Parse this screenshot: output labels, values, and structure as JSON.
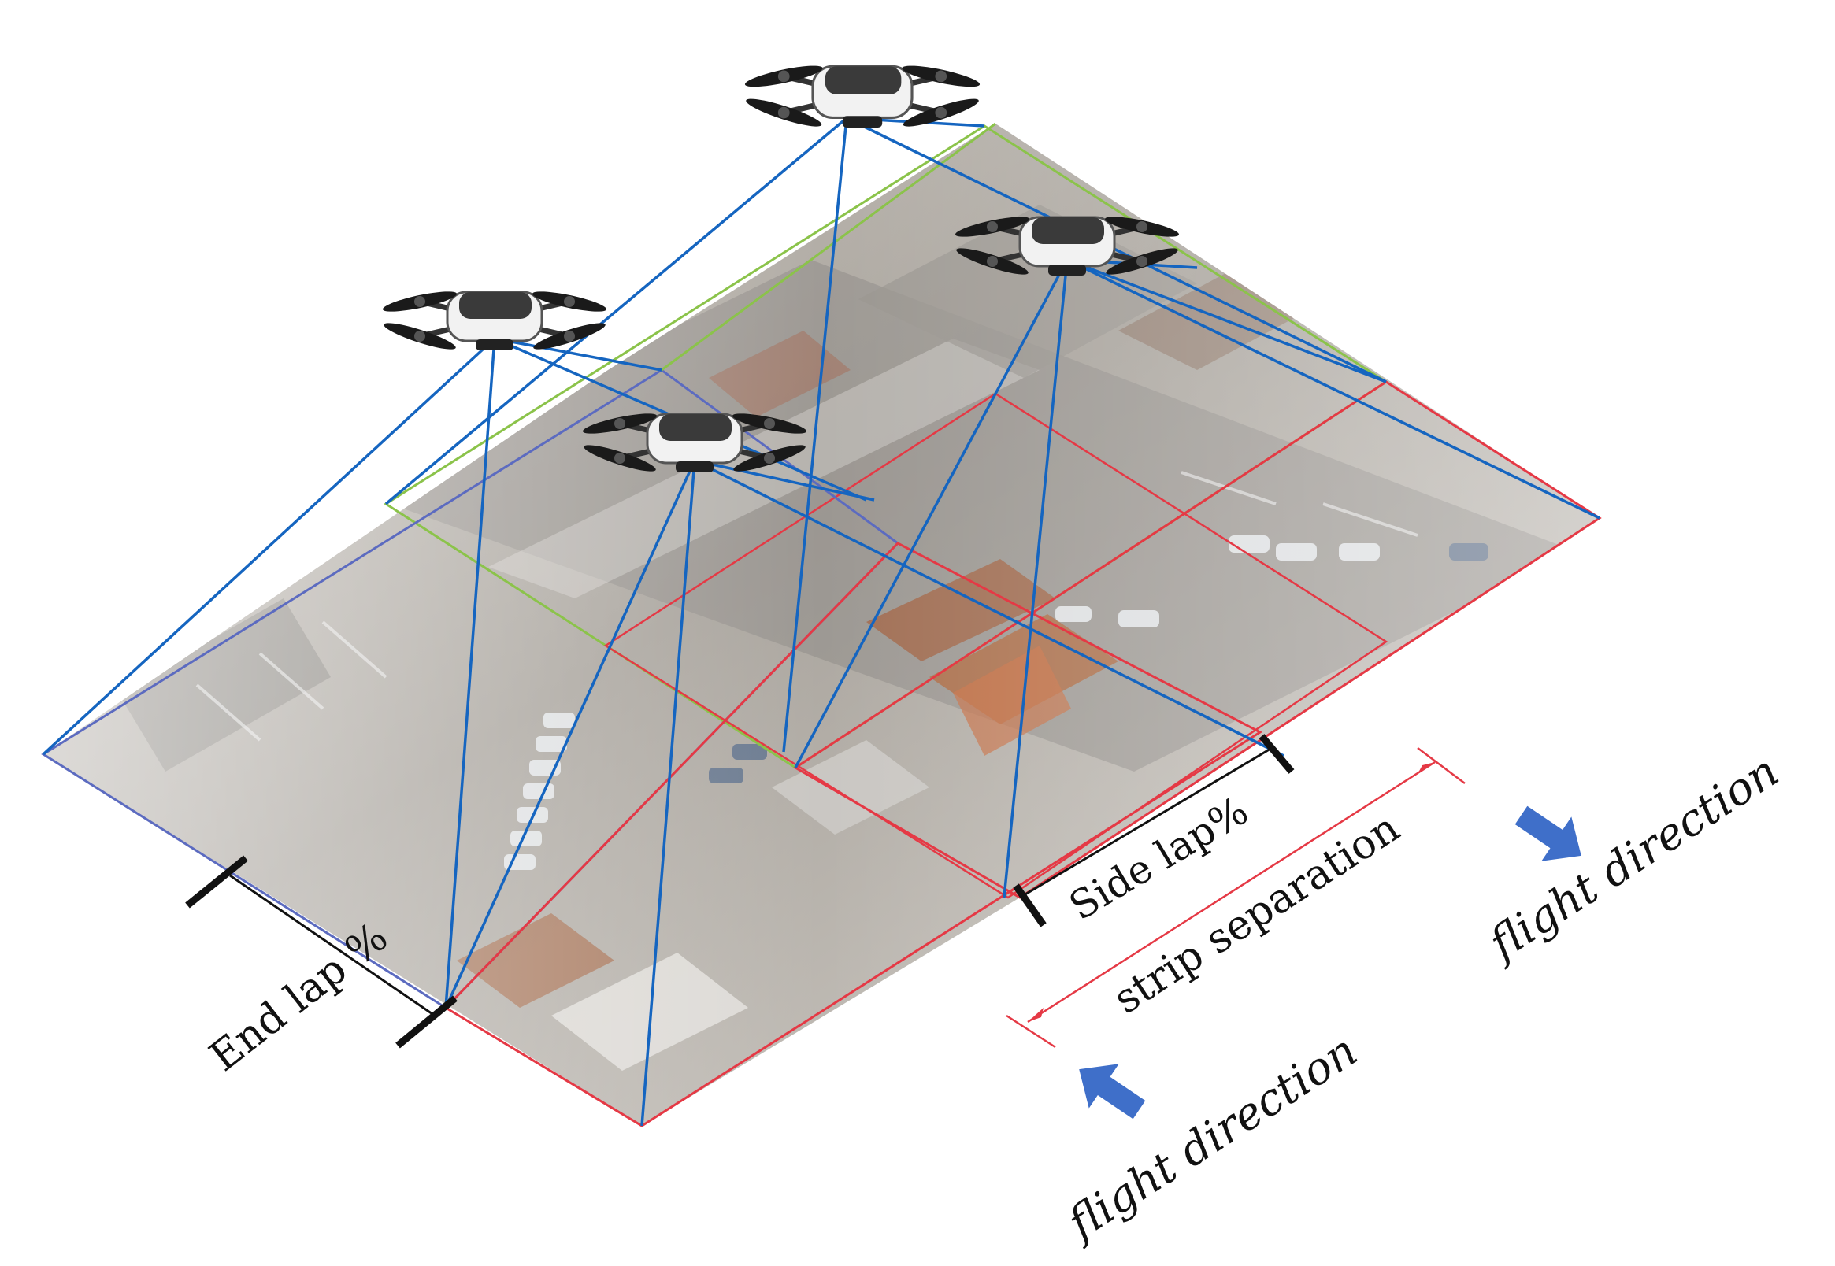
{
  "labels": {
    "end_lap": "End lap %",
    "side_lap": "Side lap%",
    "strip_separation": "strip separation",
    "flight_direction_right": "flight direction",
    "flight_direction_left": "flight direction"
  },
  "colors": {
    "camera_ray": "#1565c0",
    "footprint_red": "#e53945",
    "footprint_green": "#8bc34a",
    "footprint_blue": "#5c6bc0",
    "arrow_blue": "#3f6fc9",
    "dimension_black": "#111111",
    "ground_base": "#b9b4ad"
  },
  "icons": {
    "drone": "quadcopter-drone-icon",
    "arrow": "flight-direction-arrow-icon"
  }
}
